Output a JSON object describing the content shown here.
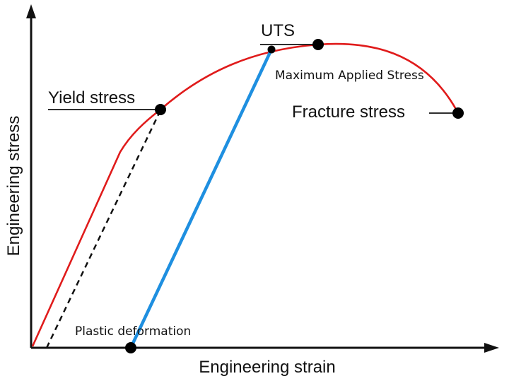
{
  "diagram": {
    "axes": {
      "x_label": "Engineering strain",
      "y_label": "Engineering stress"
    },
    "annotations": {
      "uts": "UTS",
      "max_applied_stress": "Maximum Applied Stress",
      "yield_stress": "Yield stress",
      "fracture_stress": "Fracture stress",
      "plastic_deformation": "Plastic deformation"
    },
    "colors": {
      "stress_strain_curve": "#e01b1b",
      "unloading_line": "#1e8fe0",
      "offset_line": "#111111",
      "axes": "#111111",
      "points": "#000000"
    }
  }
}
